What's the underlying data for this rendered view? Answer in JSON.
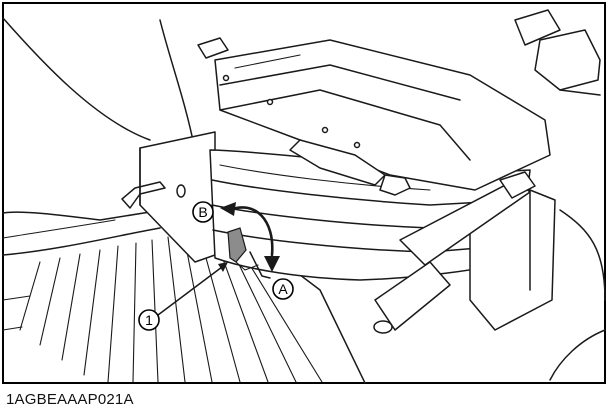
{
  "callouts": {
    "part_1": "1",
    "direction_a": "A",
    "direction_b": "B"
  },
  "figure_code": "1AGBEAAAP021A"
}
